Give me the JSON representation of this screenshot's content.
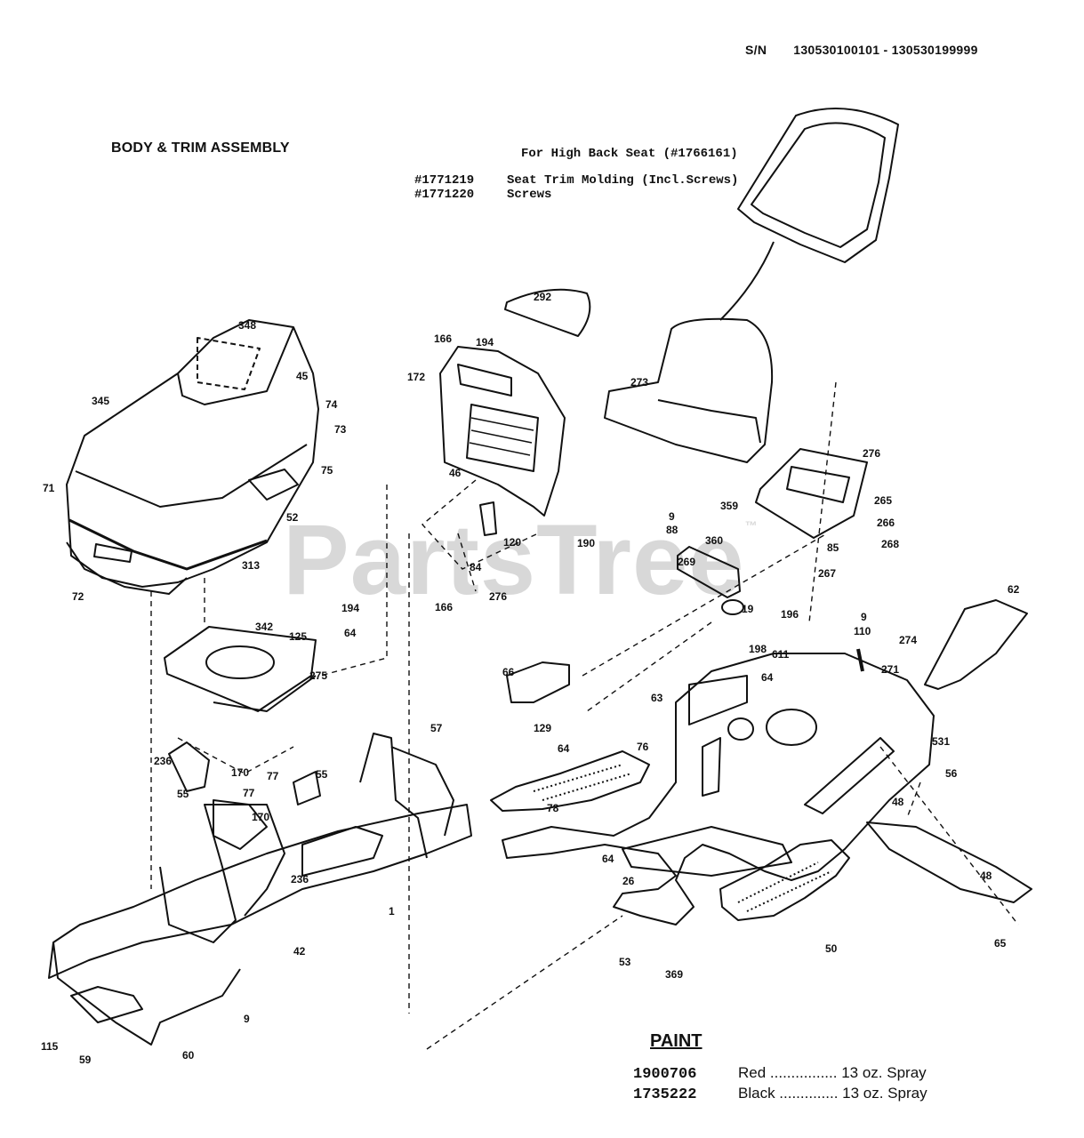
{
  "header": {
    "sn_label": "S/N",
    "sn_range": "130530100101 - 130530199999",
    "title": "BODY & TRIM ASSEMBLY"
  },
  "notes": {
    "high_back_seat": "For High Back Seat (#1766161)",
    "items": [
      {
        "part": "#1771219",
        "desc": "Seat Trim Molding (Incl.Screws)"
      },
      {
        "part": "#1771220",
        "desc": "Screws"
      }
    ]
  },
  "watermark": {
    "text": "PartsTree",
    "tm": "™"
  },
  "paint": {
    "heading": "PAINT",
    "rows": [
      {
        "code": "1900706",
        "desc": "Red ................ 13 oz. Spray"
      },
      {
        "code": "1735222",
        "desc": "Black .............. 13 oz. Spray"
      }
    ]
  },
  "callouts": [
    "348",
    "45",
    "345",
    "74",
    "73",
    "75",
    "71",
    "52",
    "313",
    "72",
    "342",
    "125",
    "194",
    "64",
    "275",
    "166",
    "194",
    "172",
    "292",
    "46",
    "120",
    "190",
    "84",
    "276",
    "166",
    "273",
    "276",
    "359",
    "265",
    "266",
    "85",
    "268",
    "267",
    "9",
    "88",
    "360",
    "269",
    "19",
    "62",
    "196",
    "9",
    "110",
    "274",
    "271",
    "198",
    "611",
    "64",
    "66",
    "63",
    "129",
    "64",
    "76",
    "531",
    "56",
    "48",
    "78",
    "64",
    "48",
    "65",
    "26",
    "53",
    "369",
    "50",
    "57",
    "236",
    "55",
    "170",
    "77",
    "77",
    "55",
    "170",
    "236",
    "1",
    "42",
    "115",
    "59",
    "9",
    "60"
  ]
}
